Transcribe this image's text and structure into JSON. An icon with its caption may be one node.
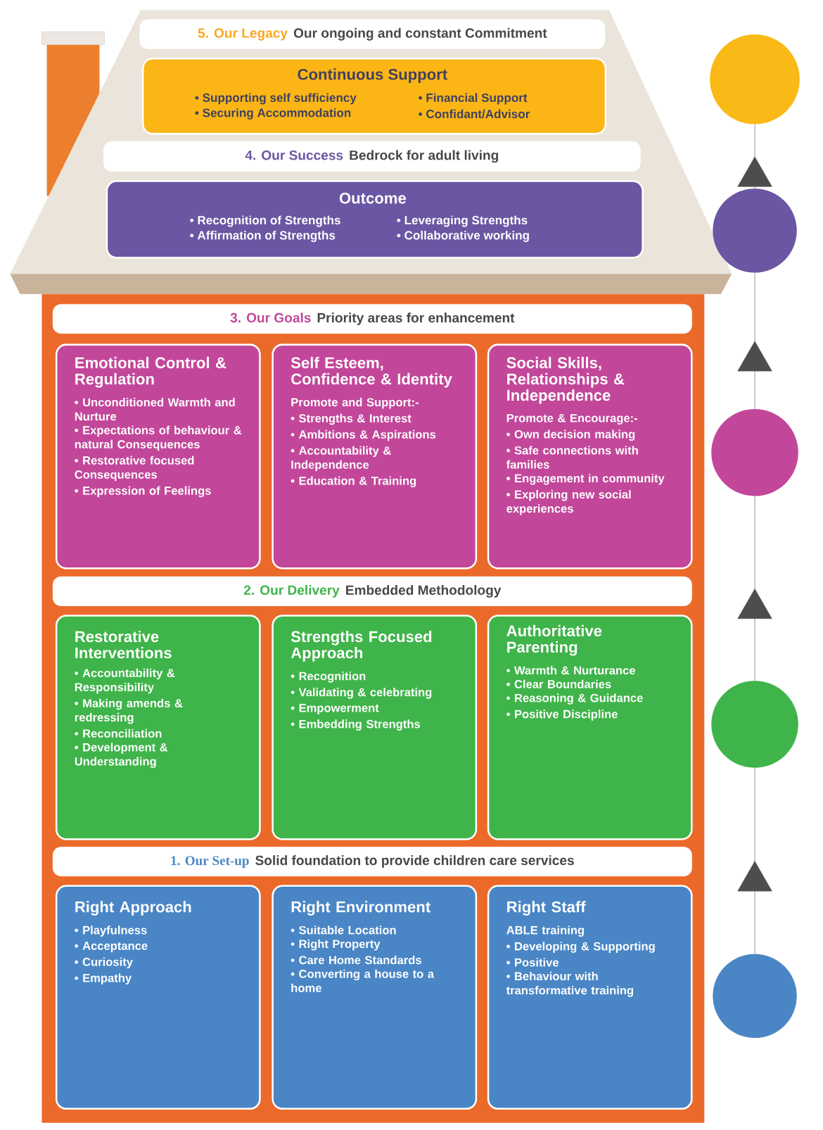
{
  "diagram": {
    "nodes": [
      {
        "text": [
          "5. Our Legacy",
          "Our ongoing and  constant Commitment"
        ]
      },
      {
        "text": [
          "Continuous Support",
          "• Supporting self sufficiency",
          "• Financial Support",
          "• Securing Accommodation",
          "• Confidant/Advisor"
        ]
      },
      {
        "text": [
          "4. Our Success",
          "Bedrock for adult living"
        ]
      },
      {
        "text": [
          "Outcome",
          "• Recognition of Strengths",
          "• Leveraging Strengths",
          "• Affirmation of Strengths",
          "• Collaborative working"
        ]
      },
      {
        "text": [
          "3. Our Goals",
          "Priority areas for enhancement"
        ]
      },
      {
        "text": [
          "Emotional Control & Regulation",
          "• Unconditioned Warmth and Nurture",
          "• Expectations of behaviour & natural Consequences",
          "• Restorative focused Consequences",
          "• Expression of Feelings"
        ]
      },
      {
        "text": [
          "Self Esteem, Confidence & Identity",
          "Promote and Support:-",
          "• Strengths & Interest",
          "• Ambitions & Aspirations",
          "• Accountability & Independence",
          "• Education & Training"
        ]
      },
      {
        "text": [
          "Social Skills, Relationships & Independence",
          "Promote & Encourage:-",
          "• Own decision making",
          "• Safe connections with families",
          "• Engagement in community",
          "• Exploring new social experiences"
        ]
      },
      {
        "text": [
          "2. Our Delivery",
          "Embedded Methodology"
        ]
      },
      {
        "text": [
          "Restorative Interventions",
          "• Accountability & Responsibility",
          "• Making amends & redressing",
          "• Reconciliation",
          "• Development & Understanding"
        ]
      },
      {
        "text": [
          "Strengths Focused Approach",
          "• Recognition",
          "• Validating & celebrating",
          "• Empowerment",
          "• Embedding Strengths"
        ]
      },
      {
        "text": [
          "Authoritative Parenting",
          "• Warmth & Nurturance",
          "• Clear Boundaries",
          "• Reasoning & Guidance",
          "• Positive Discipline"
        ]
      },
      {
        "text": [
          "1. Our Set-up",
          "Solid foundation to provide children care services"
        ]
      },
      {
        "text": [
          "Right Approach",
          "• Playfulness",
          "• Acceptance",
          "• Curiosity",
          "• Empathy"
        ]
      },
      {
        "text": [
          "Right Environment",
          "• Suitable Location",
          "• Right Property",
          "• Care Home Standards",
          "• Converting a house to a home"
        ]
      },
      {
        "text": [
          "Right Staff",
          "ABLE training",
          "• Developing & Supporting",
          "• Positive",
          "• Behaviour with transformative training"
        ]
      },
      {
        "text": [],
        "shape": "circle"
      },
      {
        "text": [],
        "shape": "circle"
      },
      {
        "text": [],
        "shape": "circle"
      },
      {
        "text": [],
        "shape": "circle"
      },
      {
        "text": [],
        "shape": "circle"
      }
    ],
    "edges": [
      {
        "from": 17,
        "to": 16,
        "arrow": "to"
      },
      {
        "from": 18,
        "to": 17,
        "arrow": "to"
      },
      {
        "from": 19,
        "to": 18,
        "arrow": "to"
      },
      {
        "from": 20,
        "to": 19,
        "arrow": "to"
      }
    ]
  }
}
